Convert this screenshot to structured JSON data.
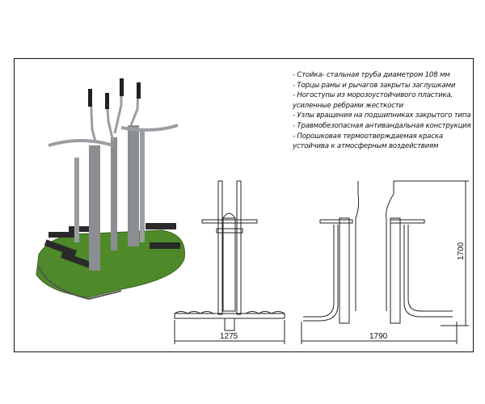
{
  "specs": [
    "- Стойка- стальная труба диаметром 108 мм",
    "- Торцы рамы и рычагов закрыты заглушками",
    "- Ногоступы из морозоустойчивого пластика,",
    "усиленные ребрами жесткости",
    "- Узлы вращения на подшипниках закрытого типа",
    "- Травмобезопасная антивандальная конструкция",
    "- Порошковая термоотверждаемая краска",
    "устойчива к атмосферным воздействиям"
  ],
  "dimensions": {
    "front_width": "1275",
    "side_length": "1790",
    "height": "1700"
  },
  "colors": {
    "grass": "#4f8a2a",
    "steel": "#8a8d92",
    "pedal": "#2a2a2a"
  }
}
